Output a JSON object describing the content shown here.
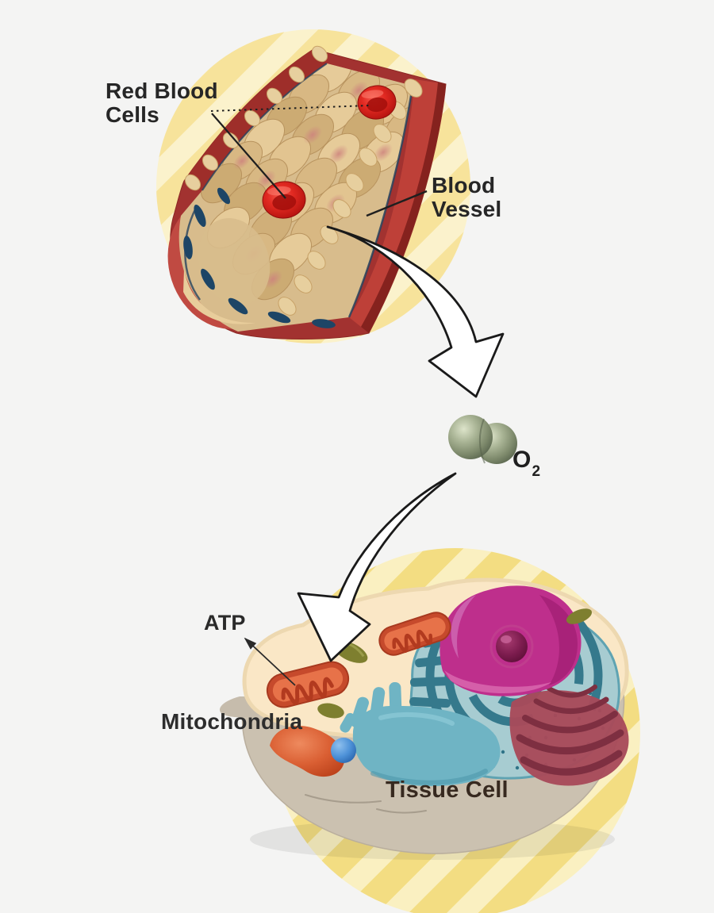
{
  "labels": {
    "red_blood_cells": {
      "line1": "Red Blood",
      "line2": "Cells"
    },
    "blood_vessel": {
      "line1": "Blood",
      "line2": "Vessel"
    },
    "oxygen": {
      "symbol": "O",
      "subscript": "2"
    },
    "atp": "ATP",
    "mitochondria": "Mitochondria",
    "tissue_cell": "Tissue Cell"
  },
  "icons": {
    "flow_arrow_vessel_to_oxygen": "curved-white-arrow-down-right",
    "flow_arrow_oxygen_to_cell": "curved-white-arrow-down-left",
    "atp_pointer": "thin-arrow-pointer",
    "red_blood_cells_pointer_dotted": "dotted-leader-line",
    "red_blood_cells_pointer_solid": "solid-leader-line",
    "blood_vessel_pointer": "solid-leader-line"
  },
  "colors": {
    "background": "#f4f4f3",
    "top_circle_yellow": "#f7e39b",
    "top_circle_light": "#fbf2cc",
    "bottom_circle_yellow": "#f3dd82",
    "bottom_circle_light": "#faf0c1",
    "vessel_wall_red": "#a23230",
    "vessel_wall_crimson": "#be4038",
    "endothelium_tan": "#d8bc8c",
    "red_blood_cell": "#d6201b",
    "smooth_muscle_nucleus_navy": "#1d4566",
    "oxygen_sphere_green": "#8e9a7c",
    "cytoplasm_cream": "#fae7c6",
    "cell_base_gray": "#cbc1b0",
    "nucleus_magenta": "#be2f8c",
    "er_teal": "#35798c",
    "golgi_maroon": "#a84a5a",
    "mitochondria_orange": "#d2603c",
    "label_text": "#262626",
    "arrow_fill": "#ffffff",
    "arrow_outline": "#1a1a1a"
  }
}
